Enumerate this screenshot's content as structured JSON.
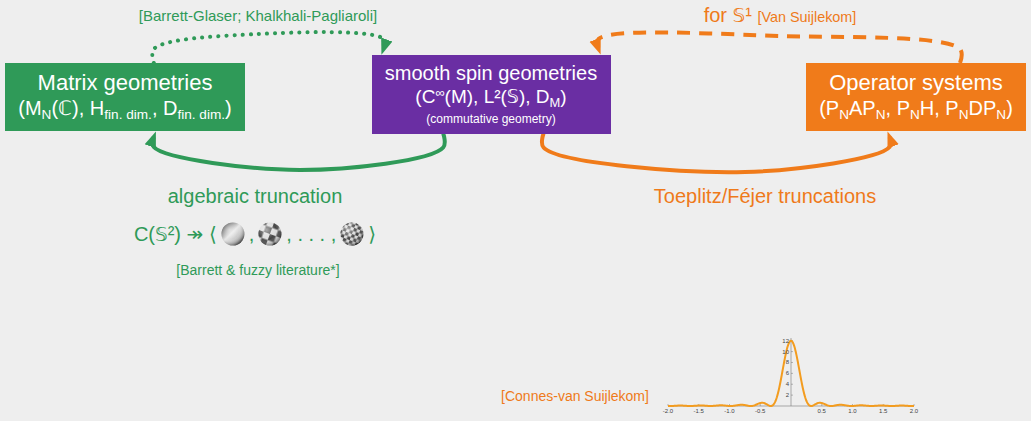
{
  "diagram": {
    "nodes": [
      {
        "text": [
          "Matrix geometries",
          "(MN(ℂ), Hfin. dim., Dfin. dim.)"
        ]
      },
      {
        "text": [
          "smooth spin geometries",
          "(C∞(M), L²(𝕊), DM)",
          "(commutative geometry)"
        ]
      },
      {
        "text": [
          "Operator systems",
          "(PNAPN, PNH, PNDPN)"
        ]
      }
    ],
    "edges": [
      {
        "from": 0,
        "to": 1,
        "arrow": "to",
        "label": "[Barrett-Glaser; Khalkhali-Pagliaroli]"
      },
      {
        "from": 2,
        "to": 1,
        "arrow": "to",
        "label": "for 𝕊¹ [Van Suijlekom]"
      },
      {
        "from": 1,
        "to": 0,
        "arrow": "to",
        "label": "algebraic truncation"
      },
      {
        "from": 1,
        "to": 2,
        "arrow": "to",
        "label": "Toeplitz/Féjer truncations"
      }
    ],
    "labels": [
      "C(𝕊²) ↠ ⟨",
      ",",
      ", . . . ,",
      "⟩",
      "[Barrett & fuzzy literature*]",
      "[Connes-van Suijlekom]",
      "-2.0",
      "-1.5",
      "-1.0",
      "-0.5",
      "0.5",
      "1.0",
      "1.5",
      "2.0",
      "2",
      "4",
      "6",
      "8",
      "10",
      "12"
    ]
  }
}
